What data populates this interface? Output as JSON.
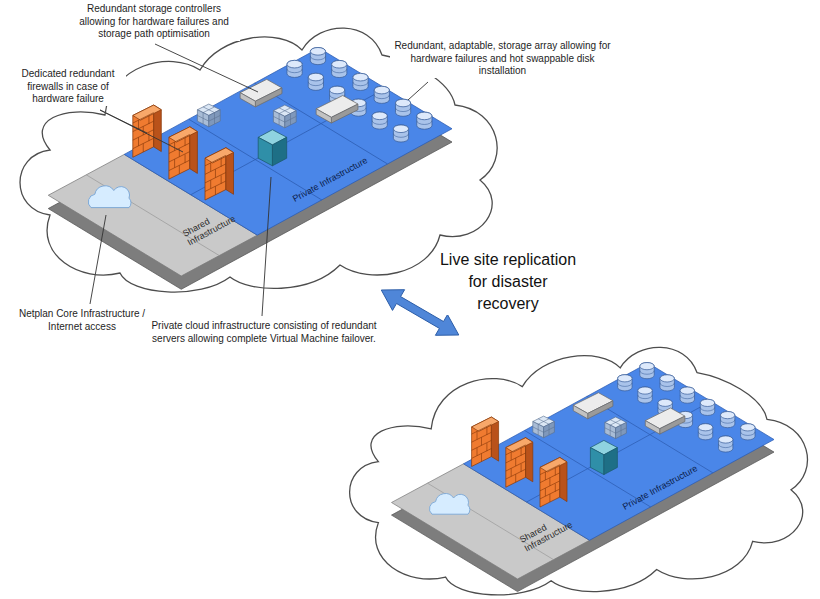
{
  "diagram": {
    "nodes": [
      {
        "text": [
          "Shared Infrastructure",
          "Private Infrastructure"
        ]
      },
      {
        "text": [
          "Shared Infrastructure",
          "Private Infrastructure"
        ]
      }
    ],
    "edges": [
      {
        "from": 0,
        "to": 1,
        "arrow": "both",
        "label": "Live site replication for disaster recovery"
      }
    ],
    "labels": [
      "Redundant storage controllers allowing for hardware failures and storage path optimisation",
      "Redundant, adaptable, storage array allowing for hardware failures and hot swappable disk installation",
      "Dedicated redundant firewalls in case of hardware failure",
      "Netplan Core Infrastructure / Internet access",
      "Private cloud infrastructure consisting of redundant servers allowing complete Virtual Machine failover."
    ]
  }
}
